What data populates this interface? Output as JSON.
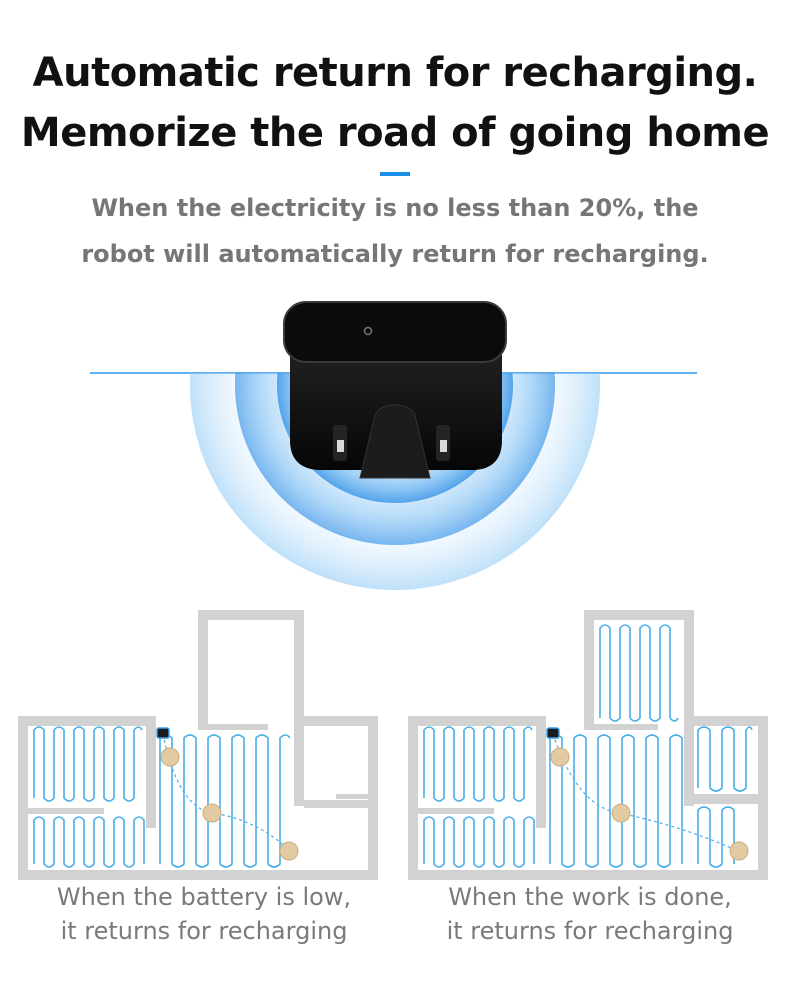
{
  "headline": {
    "line1": "Automatic return for recharging.",
    "line2": "Memorize the road of going home"
  },
  "subtitle": {
    "line1": "When the electricity is no less than 20%, the",
    "line2": "robot will automatically return for recharging."
  },
  "colors": {
    "accent": "#1a8fe8",
    "headline": "#111111",
    "subtitle": "#767676",
    "wall": "#d2d2d2",
    "path": "#4aaee8",
    "robot": "#e2cba3",
    "dock": "#0d0d0d"
  },
  "maps": [
    {
      "caption_line1": "When the battery is low,",
      "caption_line2": "it returns for recharging"
    },
    {
      "caption_line1": "When the work is done,",
      "caption_line2": "it returns for recharging"
    }
  ]
}
